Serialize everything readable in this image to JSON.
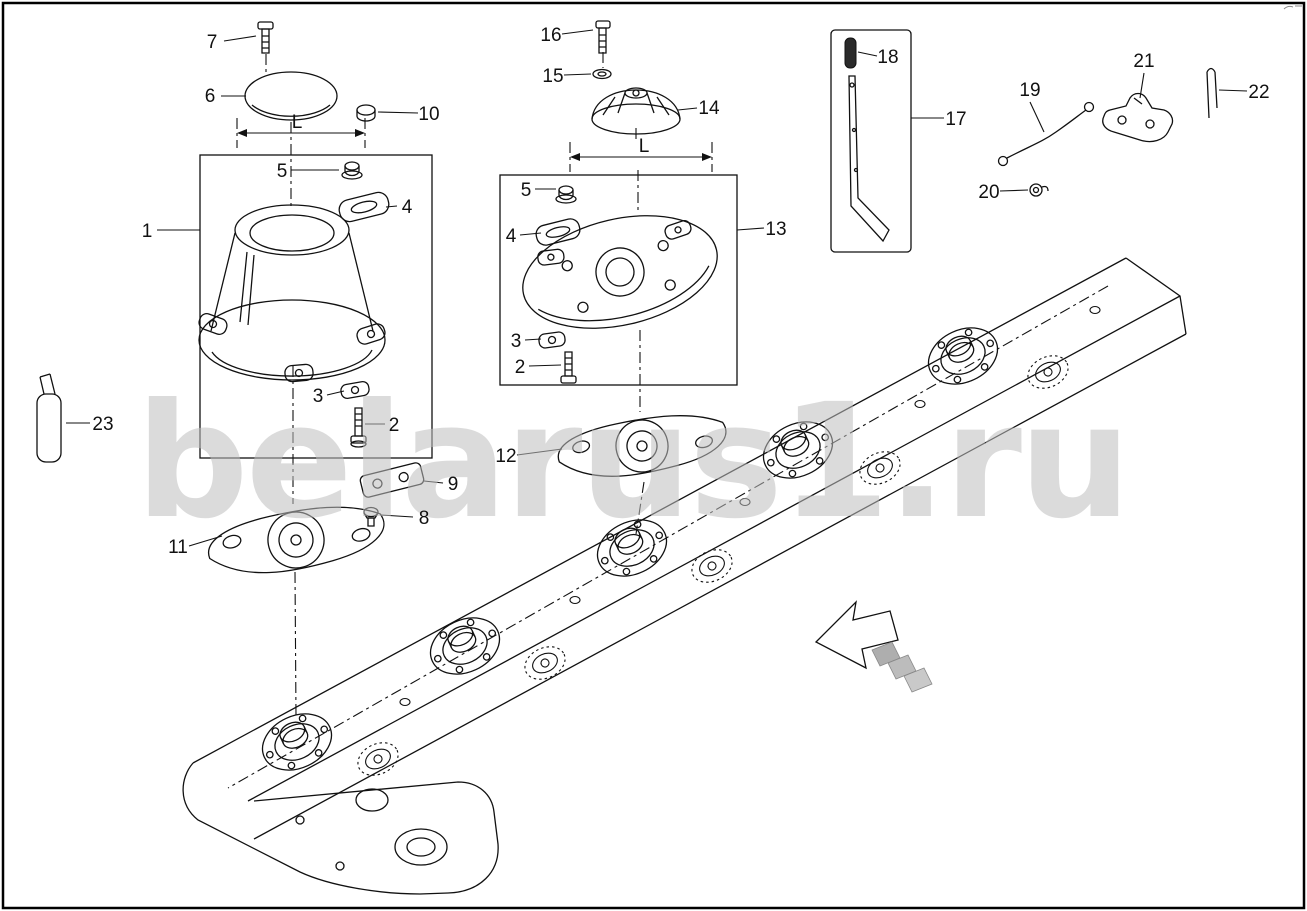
{
  "watermark": {
    "text": "belarus1.ru"
  },
  "colors": {
    "line": "#111111",
    "background": "#ffffff",
    "watermark": "#bfbfbf"
  },
  "callouts": [
    {
      "id": "part-7",
      "label": "7"
    },
    {
      "id": "part-6",
      "label": "6"
    },
    {
      "id": "part-10",
      "label": "10"
    },
    {
      "id": "dim-l-left",
      "label": "L"
    },
    {
      "id": "part-5-left",
      "label": "5"
    },
    {
      "id": "part-4-left",
      "label": "4"
    },
    {
      "id": "part-1",
      "label": "1"
    },
    {
      "id": "part-3-left",
      "label": "3"
    },
    {
      "id": "part-2-left",
      "label": "2"
    },
    {
      "id": "part-23",
      "label": "23"
    },
    {
      "id": "part-9",
      "label": "9"
    },
    {
      "id": "part-8",
      "label": "8"
    },
    {
      "id": "part-11",
      "label": "11"
    },
    {
      "id": "part-16",
      "label": "16"
    },
    {
      "id": "part-15",
      "label": "15"
    },
    {
      "id": "part-14",
      "label": "14"
    },
    {
      "id": "dim-l-mid",
      "label": "L"
    },
    {
      "id": "part-5-mid",
      "label": "5"
    },
    {
      "id": "part-4-mid",
      "label": "4"
    },
    {
      "id": "part-13",
      "label": "13"
    },
    {
      "id": "part-3-mid",
      "label": "3"
    },
    {
      "id": "part-2-mid",
      "label": "2"
    },
    {
      "id": "part-12",
      "label": "12"
    },
    {
      "id": "part-18",
      "label": "18"
    },
    {
      "id": "part-17",
      "label": "17"
    },
    {
      "id": "part-19",
      "label": "19"
    },
    {
      "id": "part-20",
      "label": "20"
    },
    {
      "id": "part-21",
      "label": "21"
    },
    {
      "id": "part-22",
      "label": "22"
    }
  ]
}
